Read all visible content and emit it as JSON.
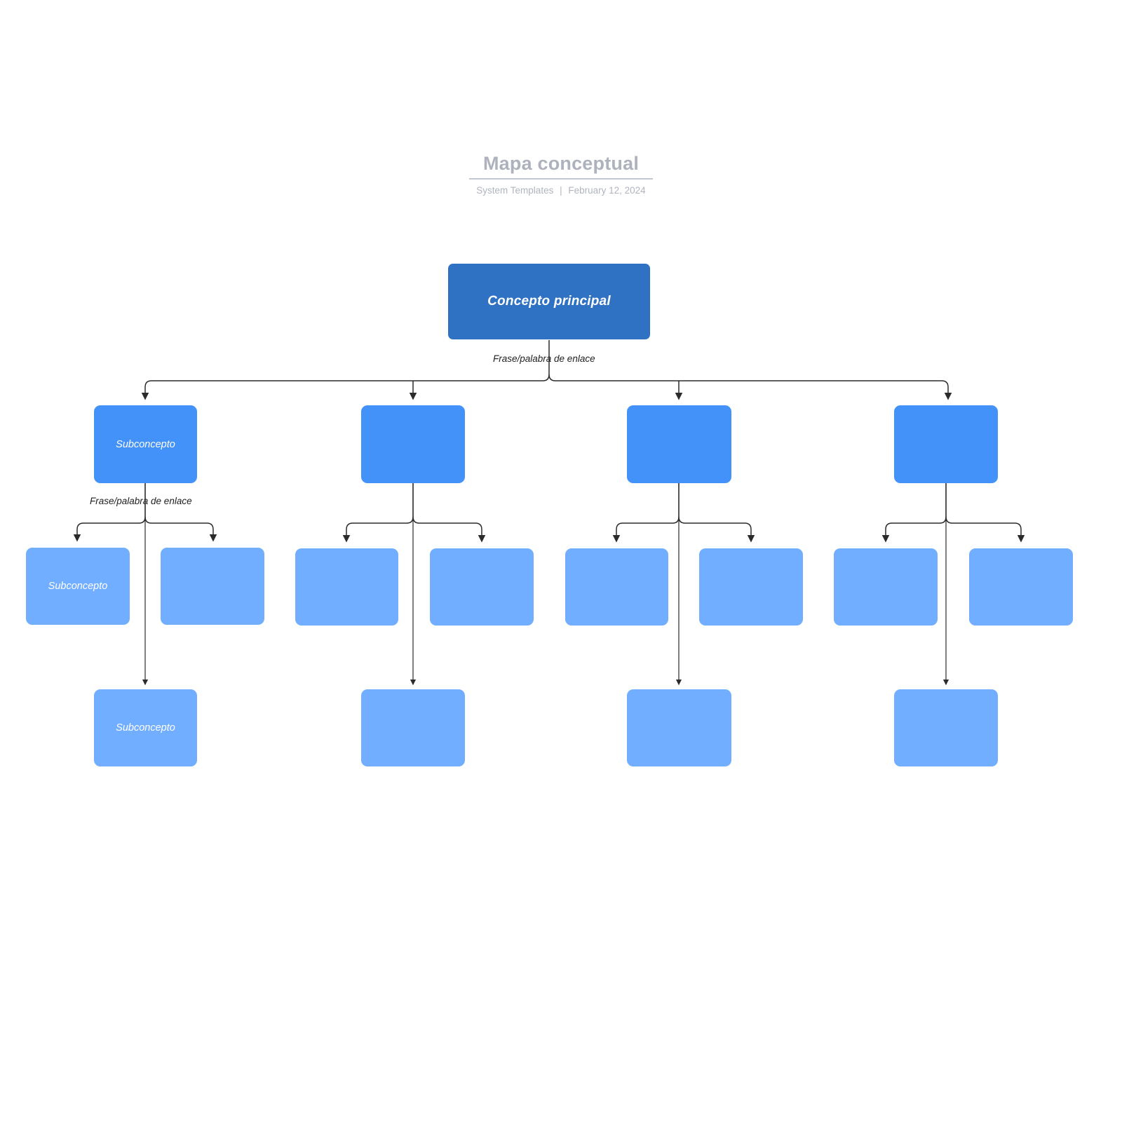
{
  "header": {
    "title": "Mapa conceptual",
    "org": "System Templates",
    "separator": "|",
    "date": "February 12, 2024"
  },
  "palette": {
    "root_fill": "#2f72c4",
    "level2_fill": "#4392fa",
    "level3_fill": "#72aeff",
    "level4_fill": "#72aeff",
    "node_text": "#ffffff",
    "connector": "#2b2b2b",
    "title_text": "#aeb2bd",
    "subtitle_text": "#b0b4bf",
    "background": "#ffffff"
  },
  "diagram": {
    "type": "concept-map",
    "root": {
      "label": "Concepto principal"
    },
    "link_labels": [
      {
        "text": "Frase/palabra de enlace"
      },
      {
        "text": "Frase/palabra de enlace"
      }
    ],
    "level2": [
      {
        "label": "Subconcepto"
      },
      {
        "label": ""
      },
      {
        "label": ""
      },
      {
        "label": ""
      }
    ],
    "level3": [
      {
        "label": "Subconcepto"
      },
      {
        "label": ""
      },
      {
        "label": ""
      },
      {
        "label": ""
      },
      {
        "label": ""
      },
      {
        "label": ""
      },
      {
        "label": ""
      },
      {
        "label": ""
      }
    ],
    "level4": [
      {
        "label": "Subconcepto"
      },
      {
        "label": ""
      },
      {
        "label": ""
      },
      {
        "label": ""
      }
    ]
  }
}
